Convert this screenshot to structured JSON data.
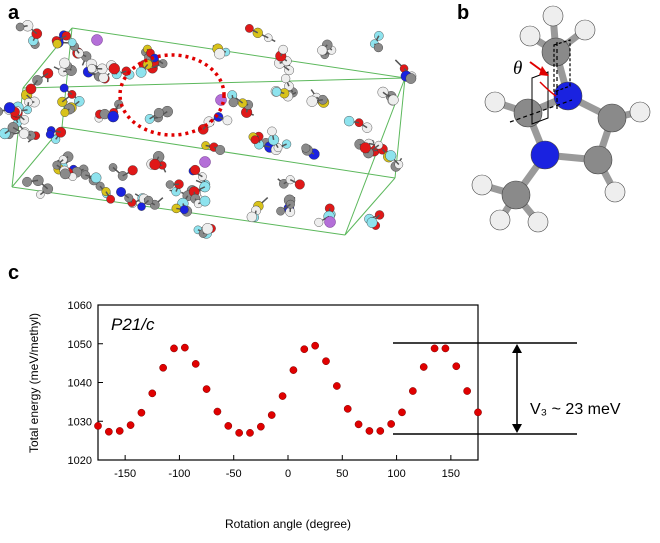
{
  "panels": {
    "a": {
      "label": "a"
    },
    "b": {
      "label": "b",
      "theta": "θ"
    },
    "c": {
      "label": "c"
    }
  },
  "colors": {
    "carbon": "#8a8a8a",
    "nitrogen": "#1a22e0",
    "oxygen": "#e01818",
    "sulfur": "#d8c21a",
    "fluorine": "#8ee3ee",
    "hydrogen": "#eeeeee",
    "lithium": "#b46fd8",
    "cell": "#5cb85c",
    "marker": "#e00000",
    "highlight": "#e00000"
  },
  "chart_data": {
    "type": "scatter",
    "title": "P21/c",
    "xlabel": "Rotation angle (degree)",
    "ylabel": "Total energy (meV/methyl)",
    "xlim": [
      -175,
      175
    ],
    "ylim": [
      1020,
      1060
    ],
    "xticks": [
      -150,
      -100,
      -50,
      0,
      50,
      100,
      150
    ],
    "yticks": [
      1020,
      1030,
      1040,
      1050,
      1060
    ],
    "annotation": "V₃ ~ 23 meV",
    "barrier_levels": [
      1050.2,
      1026.7
    ],
    "series": [
      {
        "x": [
          -175,
          -165,
          -155,
          -145,
          -135,
          -125,
          -115,
          -105,
          -95,
          -85,
          -75,
          -65,
          -55,
          -45,
          -35,
          -25,
          -15,
          -5,
          5,
          15,
          25,
          35,
          45,
          55,
          65,
          75,
          85,
          95,
          105,
          115,
          125,
          135,
          145,
          155,
          165,
          175
        ],
        "y": [
          1028.8,
          1027.3,
          1027.5,
          1029.0,
          1032.2,
          1037.2,
          1043.8,
          1048.8,
          1049.0,
          1044.8,
          1038.3,
          1032.5,
          1028.8,
          1027.0,
          1027.0,
          1028.6,
          1031.6,
          1036.5,
          1043.2,
          1048.6,
          1049.5,
          1045.5,
          1039.1,
          1033.2,
          1029.2,
          1027.5,
          1027.5,
          1029.3,
          1032.3,
          1037.8,
          1044.0,
          1048.8,
          1048.8,
          1044.2,
          1037.8,
          1032.3
        ]
      }
    ]
  }
}
